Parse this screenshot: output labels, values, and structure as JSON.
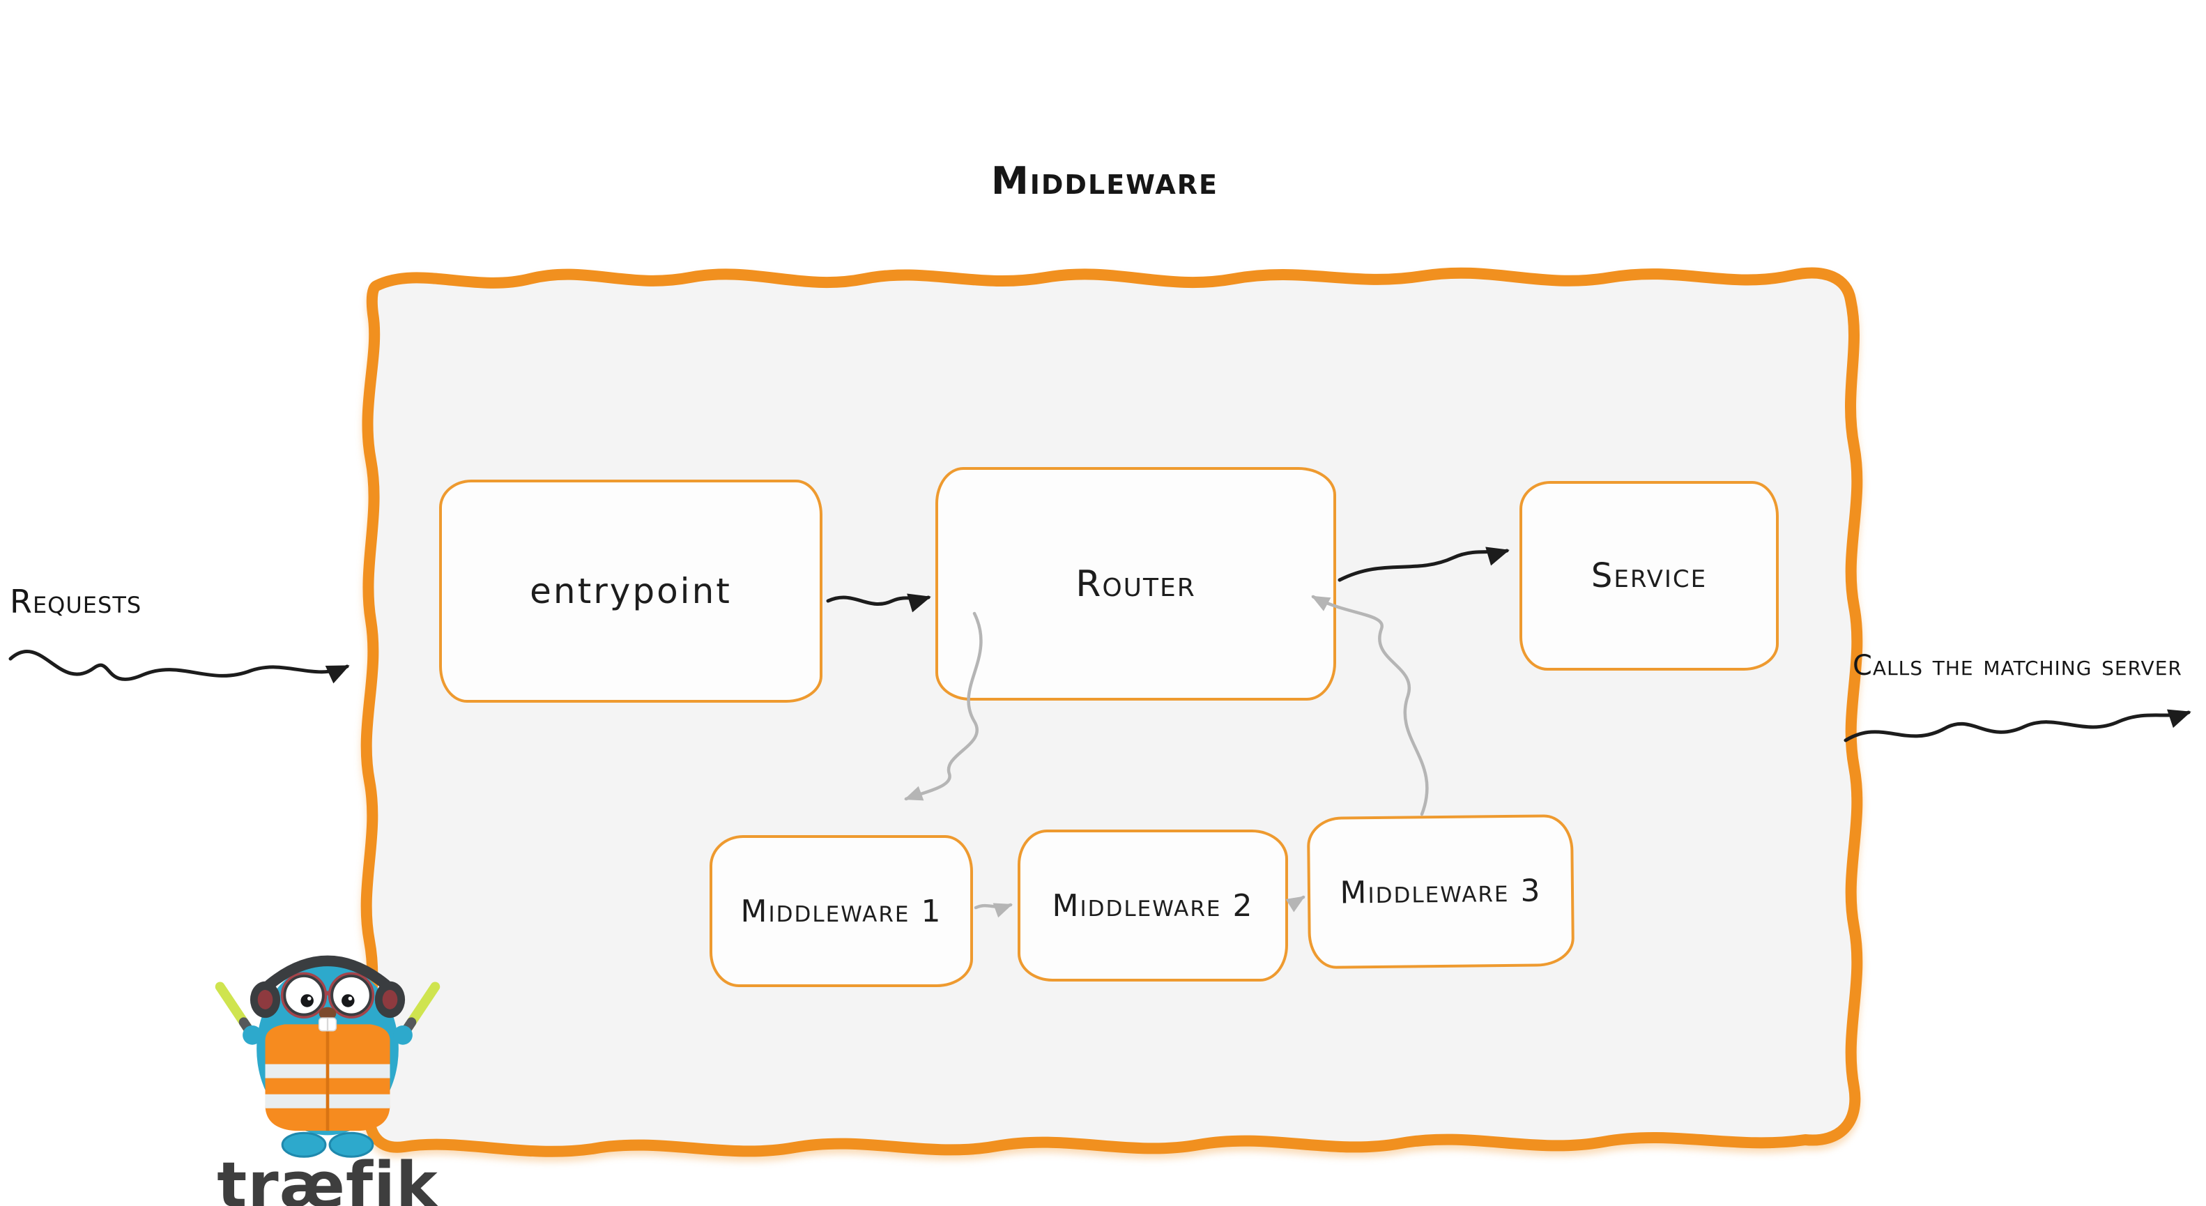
{
  "diagram": {
    "title": "Middleware",
    "left_label": "Requests",
    "right_label": "Calls the matching server",
    "nodes": {
      "entrypoint": "entrypoint",
      "router": "Router",
      "service": "Service",
      "middleware1": "Middleware 1",
      "middleware2": "Middleware 2",
      "middleware3": "Middleware 3"
    },
    "edges": [
      {
        "from": "Requests",
        "to": "entrypoint",
        "style": "black"
      },
      {
        "from": "entrypoint",
        "to": "Router",
        "style": "black"
      },
      {
        "from": "Router",
        "to": "Service",
        "style": "black"
      },
      {
        "from": "Router",
        "to": "Middleware 1",
        "style": "gray"
      },
      {
        "from": "Middleware 1",
        "to": "Middleware 2",
        "style": "gray"
      },
      {
        "from": "Middleware 2",
        "to": "Middleware 3",
        "style": "gray"
      },
      {
        "from": "Middleware 3",
        "to": "Router",
        "style": "gray"
      },
      {
        "from": "Service",
        "to": "Calls the matching server",
        "style": "black"
      }
    ]
  },
  "logo": {
    "wordmark": "træfik"
  },
  "colors": {
    "accent_orange": "#f1901f",
    "box_border": "#ee9a2f",
    "container_fill": "#f4f4f4",
    "arrow_black": "#1c1c1c",
    "arrow_gray": "#b5b5b5",
    "gopher_blue": "#2da9cc",
    "vest_orange": "#f68b1f",
    "logo_text": "#3e3e3e"
  }
}
